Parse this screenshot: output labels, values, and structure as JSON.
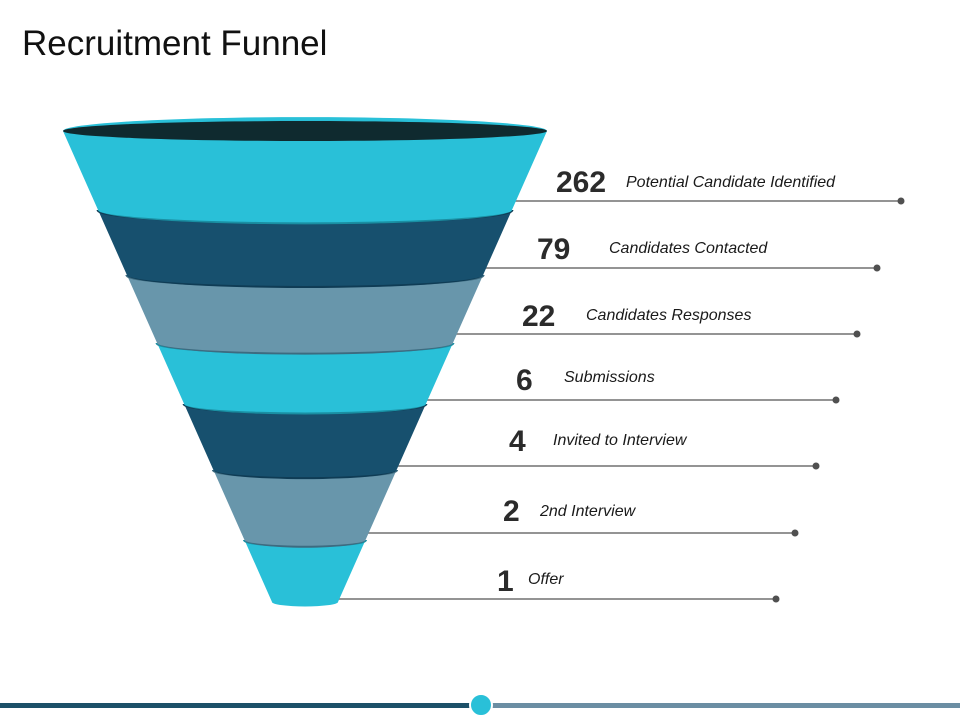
{
  "title": "Recruitment Funnel",
  "colors": {
    "cyan": "#29c0d8",
    "navy": "#17506e",
    "slate": "#6896ab",
    "rim": "#0f2a2f",
    "line": "#707070",
    "dot": "#505050",
    "bar_dark": "#1c5068",
    "bar_light": "#6b8ea3"
  },
  "chart_data": {
    "type": "funnel",
    "stages": [
      {
        "value": "262",
        "label": "Potential Candidate Identified"
      },
      {
        "value": "79",
        "label": "Candidates Contacted"
      },
      {
        "value": "22",
        "label": "Candidates Responses"
      },
      {
        "value": "6",
        "label": "Submissions"
      },
      {
        "value": "4",
        "label": "Invited to Interview"
      },
      {
        "value": "2",
        "label": "2nd Interview"
      },
      {
        "value": "1",
        "label": "Offer"
      }
    ]
  }
}
